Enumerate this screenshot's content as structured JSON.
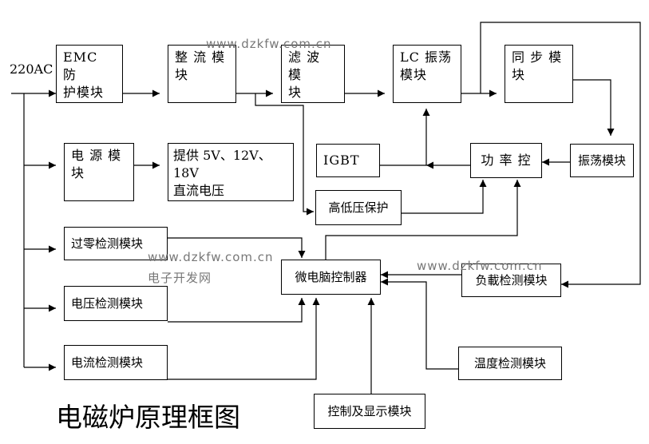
{
  "input_label": "220AC",
  "blocks": {
    "emc": [
      "EMC 防",
      "护模块"
    ],
    "rectifier": [
      "整 流 模",
      "块"
    ],
    "filter": [
      "滤 波 模",
      "块"
    ],
    "lc_osc": [
      "LC 振荡",
      "模块"
    ],
    "sync": [
      "同 步 模",
      "块"
    ],
    "oscillator": "振荡模块",
    "power_ctrl": "功 率 控",
    "igbt": "IGBT",
    "psu": [
      "电 源 模",
      "块"
    ],
    "psu_out": [
      "提供 5V、12V、18V",
      "直流电压"
    ],
    "hv_lv_protect": "高低压保护",
    "zero_cross": "过零检测模块",
    "mcu": "微电脑控制器",
    "load_detect": "负載检测模块",
    "voltage_detect": "电压检测模块",
    "current_detect": "电流检测模块",
    "temp_detect": "温度检测模块",
    "control_display": "控制及显示模块"
  },
  "watermarks": {
    "url": "www.dzkfw.com.cn",
    "site_name": "电子开发网"
  },
  "title": "电磁炉原理框图"
}
